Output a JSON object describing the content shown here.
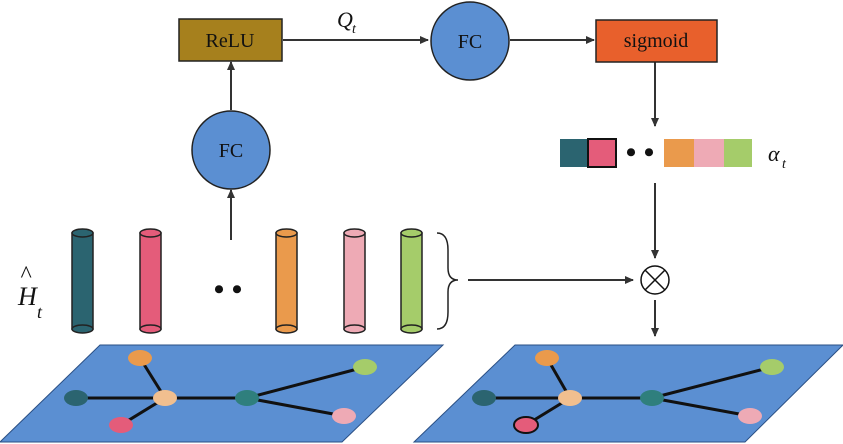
{
  "nodes": {
    "relu": "ReLU",
    "fc_top": "FC",
    "fc_left": "FC",
    "sigmoid": "sigmoid"
  },
  "symbols": {
    "q": "Q",
    "q_sub": "t",
    "alpha": "α",
    "alpha_sub": "t",
    "h": "H",
    "h_hat": "^",
    "h_sub": "t",
    "multiply": "⊗",
    "ellipsis": "• •"
  },
  "colors": {
    "relu": "#a6801d",
    "fc": "#5b8fd2",
    "sigmoid": "#e8602c",
    "plane": "#5b8fd2",
    "teal": "#2b6470",
    "pink_red": "#e45c7a",
    "orange": "#ea9a4c",
    "light_pink": "#eeaab5",
    "green": "#a5cc6a",
    "peach": "#f1bf8f",
    "dark_teal": "#2f7f7d"
  }
}
